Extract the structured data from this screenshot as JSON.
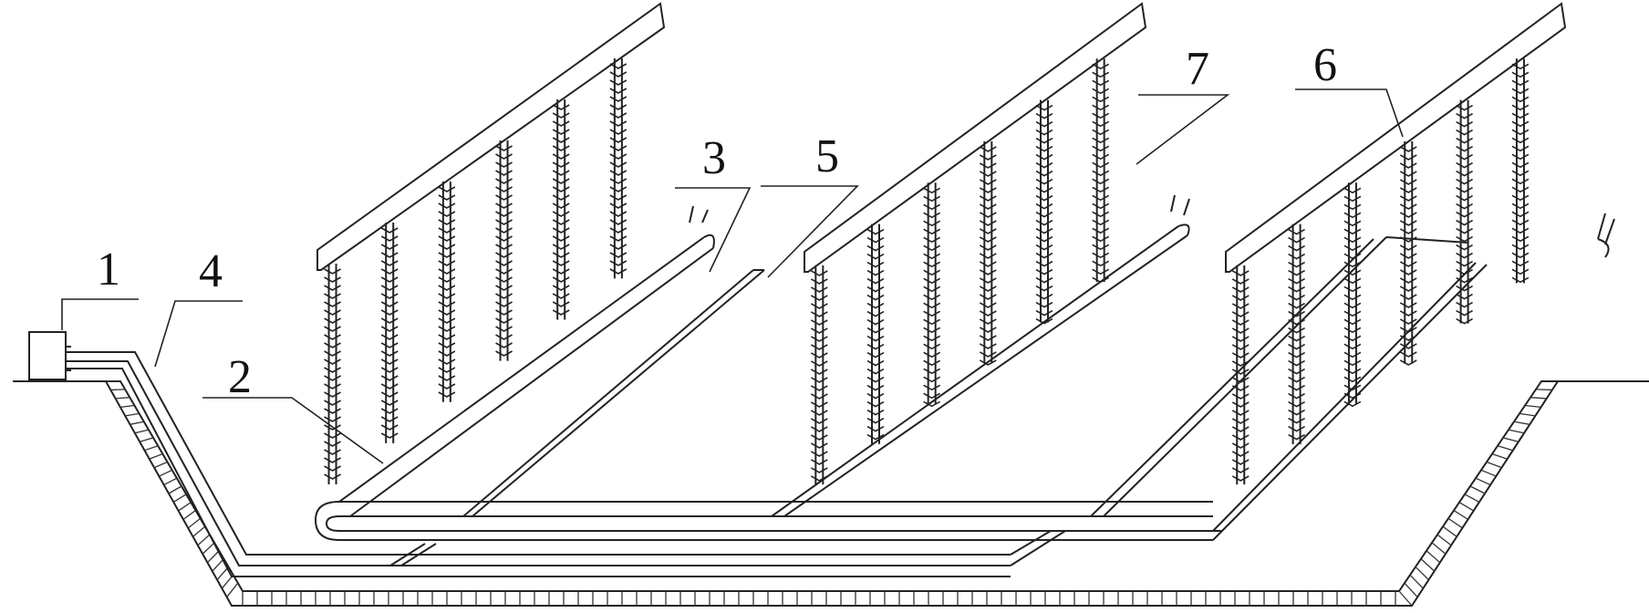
{
  "figure": {
    "callouts": [
      {
        "id": "1",
        "text": "1"
      },
      {
        "id": "2",
        "text": "2"
      },
      {
        "id": "3",
        "text": "3"
      },
      {
        "id": "4",
        "text": "4"
      },
      {
        "id": "5",
        "text": "5"
      },
      {
        "id": "6",
        "text": "6"
      },
      {
        "id": "7",
        "text": "7"
      }
    ]
  }
}
